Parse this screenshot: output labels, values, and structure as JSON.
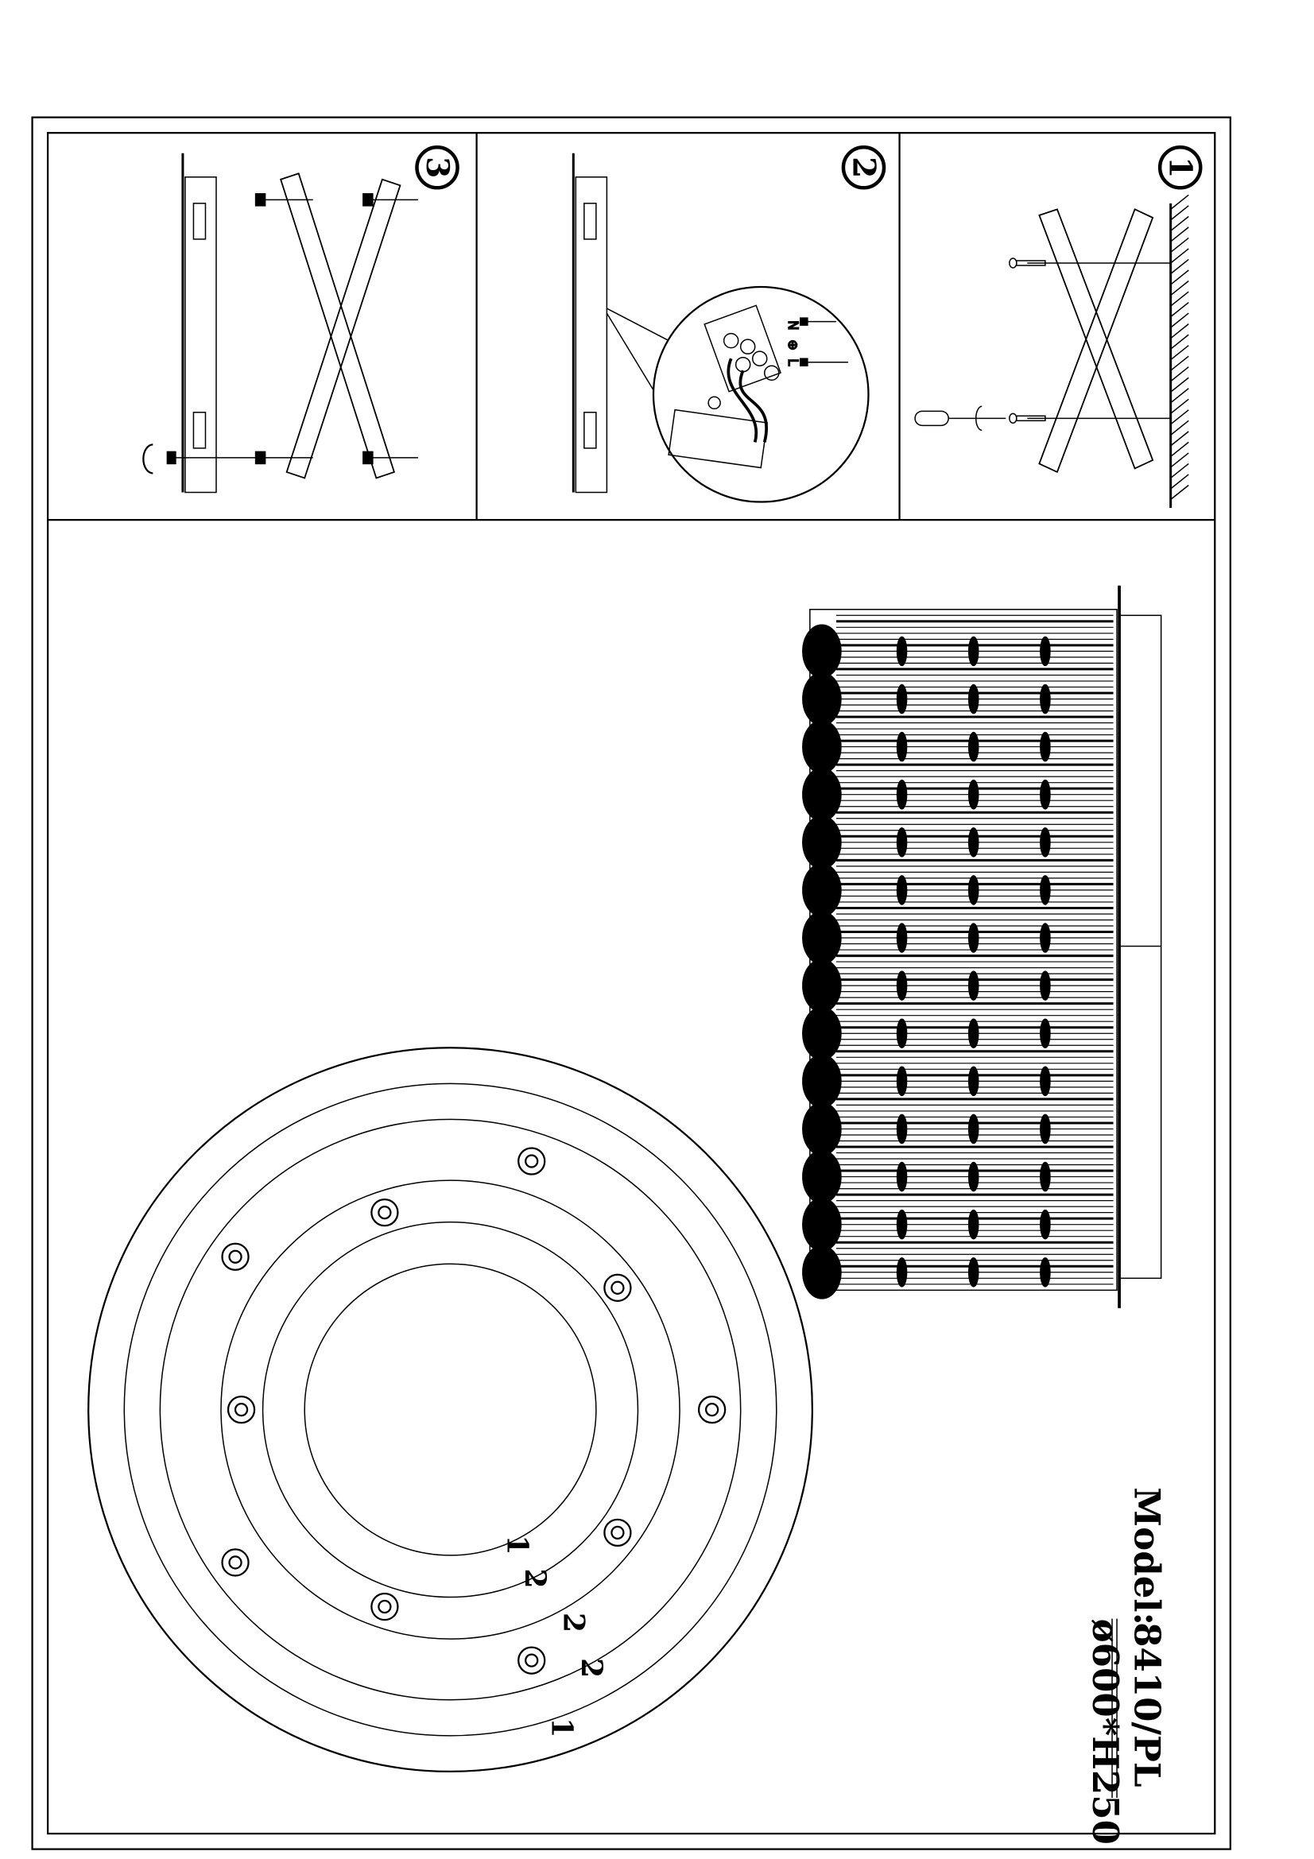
{
  "steps": [
    {
      "number": "1",
      "label": "mount-bracket-to-ceiling"
    },
    {
      "number": "2",
      "label": "connect-wiring"
    },
    {
      "number": "3",
      "label": "attach-canopy"
    }
  ],
  "wiring": {
    "neutral": "N",
    "earth": "⊕",
    "live": "L"
  },
  "model": {
    "label": "Model:",
    "number": "8410/PL",
    "dimensions": "ø600*H250"
  },
  "ring_labels": [
    "1",
    "2",
    "2",
    "2",
    "1"
  ]
}
